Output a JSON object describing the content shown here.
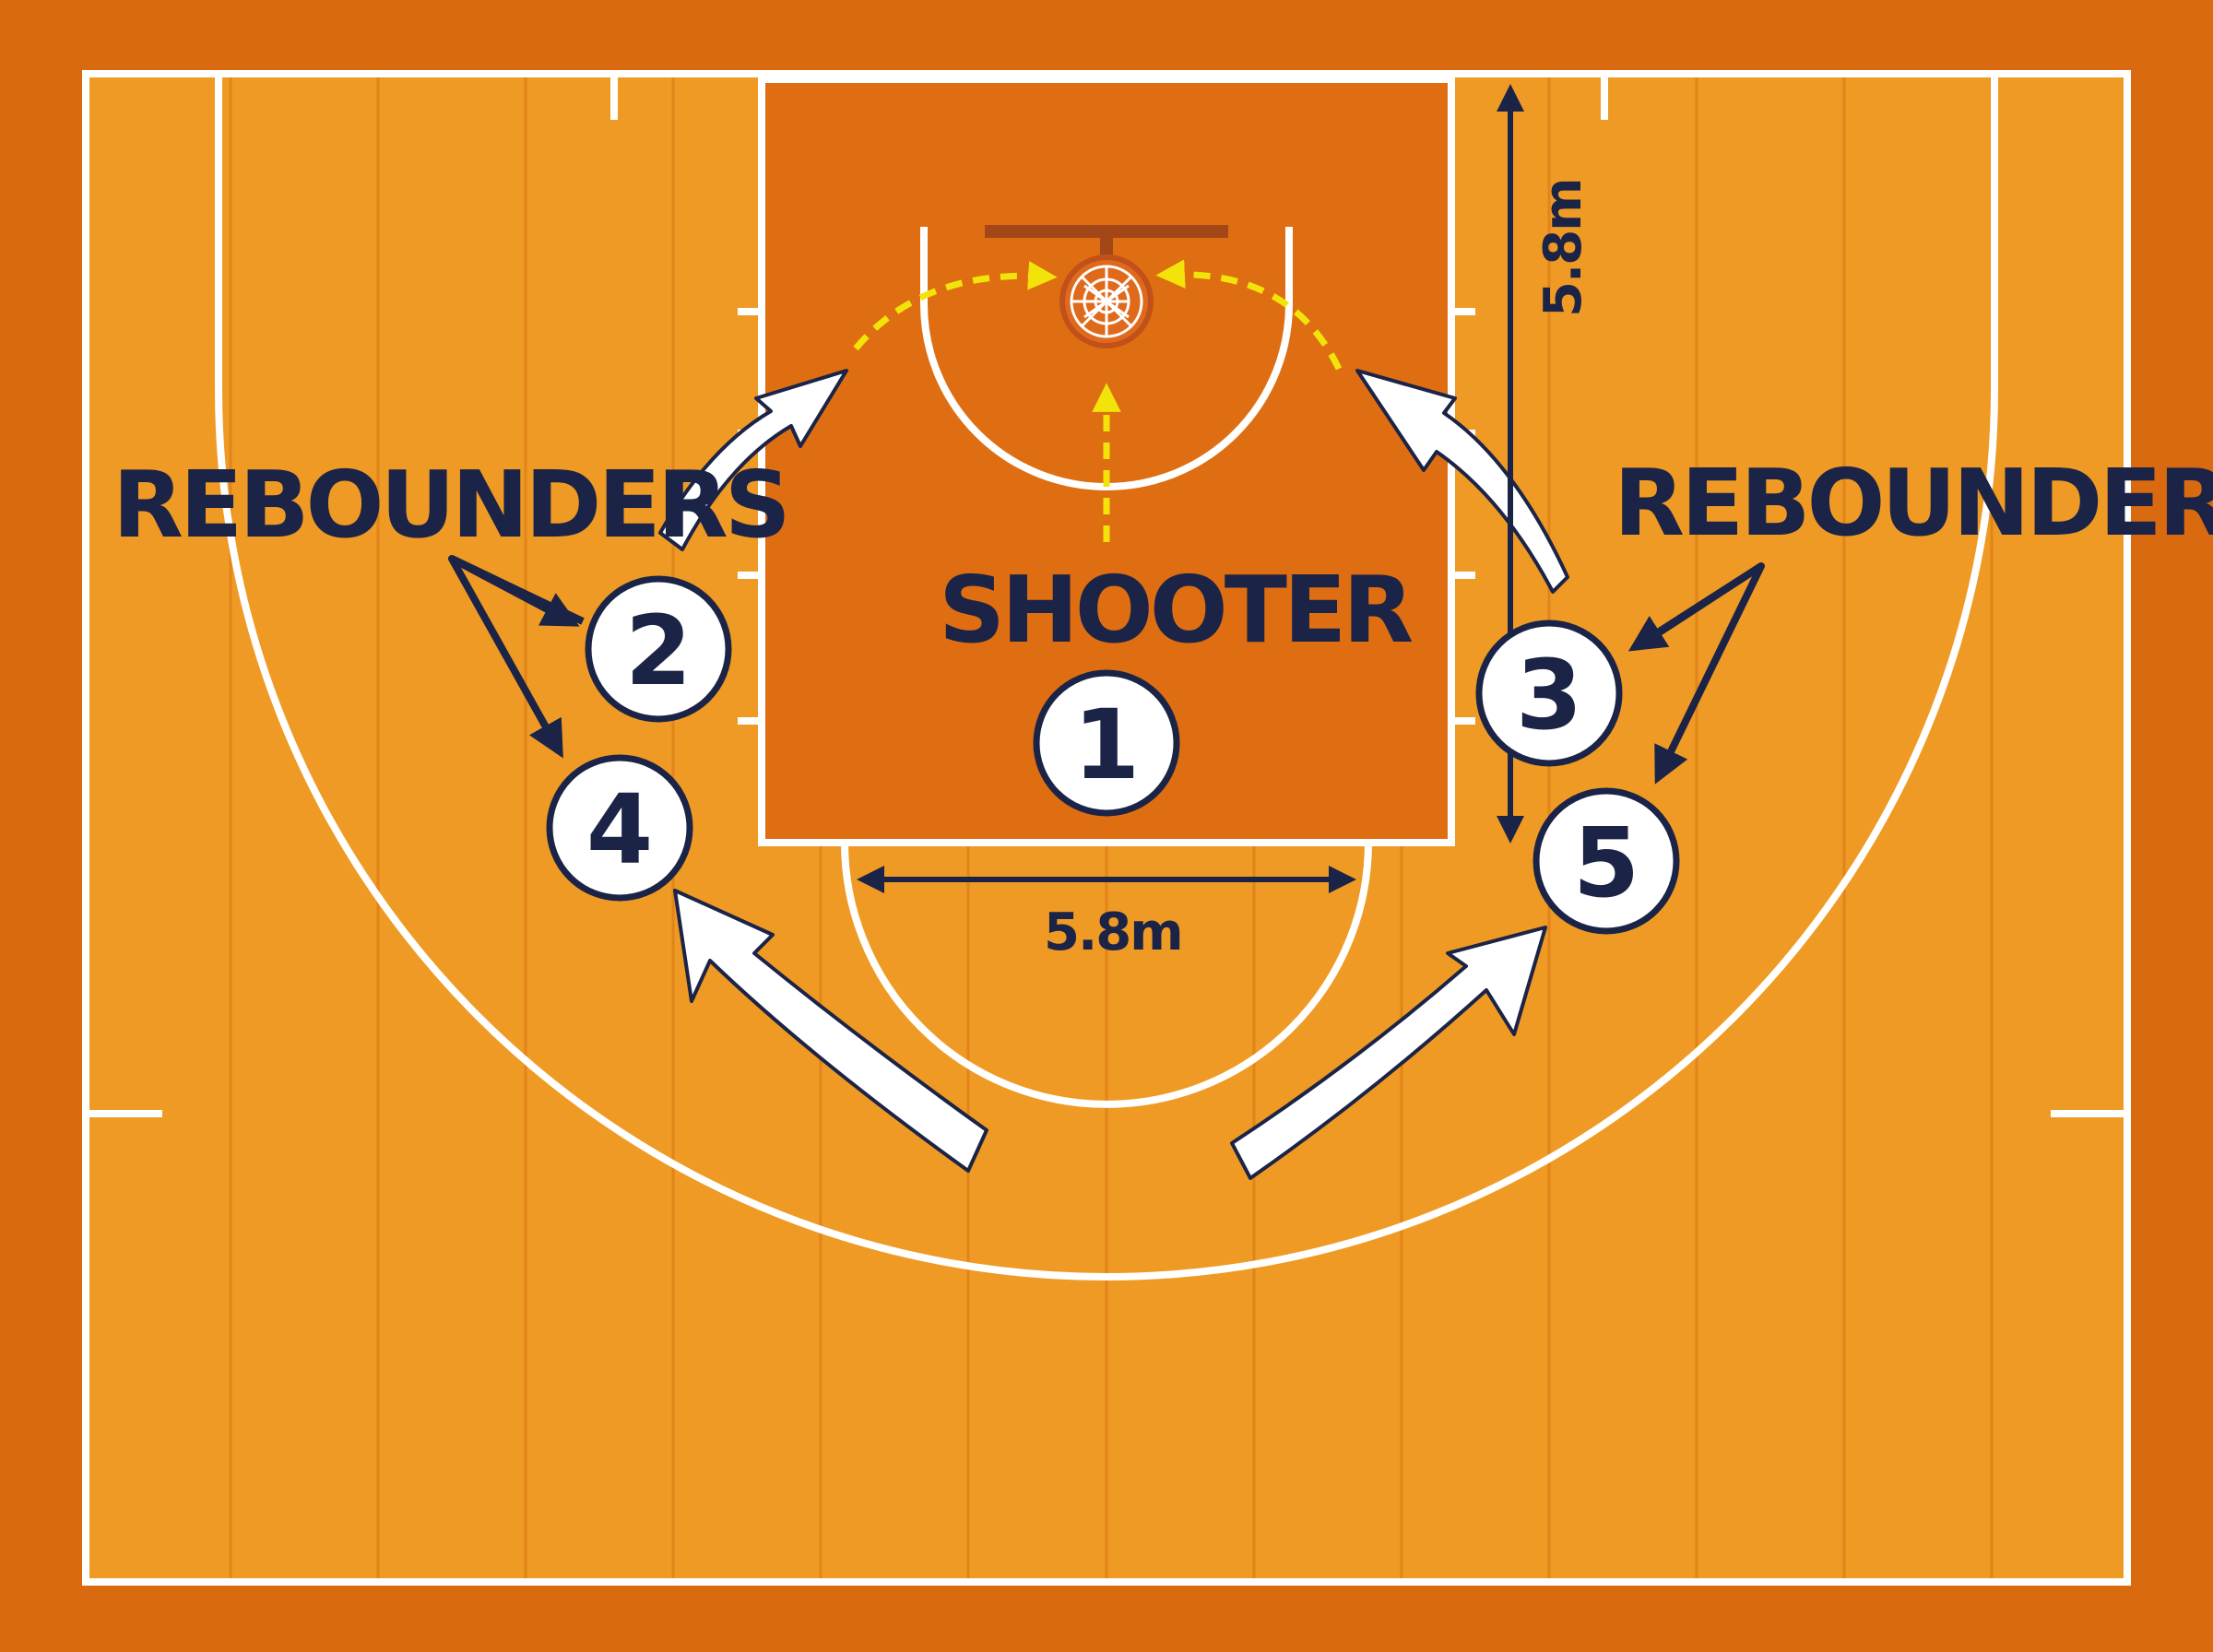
{
  "labels": {
    "shooter": "SHOOTER",
    "rebounders_left": "REBOUNDERS",
    "rebounders_right": "REBOUNDERS",
    "lane_width": "5.8m",
    "lane_length": "5.8m"
  },
  "players": [
    {
      "id": "player-1",
      "number": "1",
      "role": "shooter"
    },
    {
      "id": "player-2",
      "number": "2",
      "role": "rebounder"
    },
    {
      "id": "player-3",
      "number": "3",
      "role": "rebounder"
    },
    {
      "id": "player-4",
      "number": "4",
      "role": "rebounder"
    },
    {
      "id": "player-5",
      "number": "5",
      "role": "rebounder"
    }
  ],
  "colors": {
    "court_border": "#d96a10",
    "court_floor": "#ef9a24",
    "paint": "#df6e12",
    "lines": "#ffffff",
    "text": "#1b2447",
    "shot_path": "#f2e40a",
    "rim": "#e0571a",
    "backboard": "#a34618"
  },
  "icons": {
    "basket": "basketball-hoop-icon",
    "movement": "curved-arrow-icon",
    "shot": "dashed-arrow-icon"
  }
}
